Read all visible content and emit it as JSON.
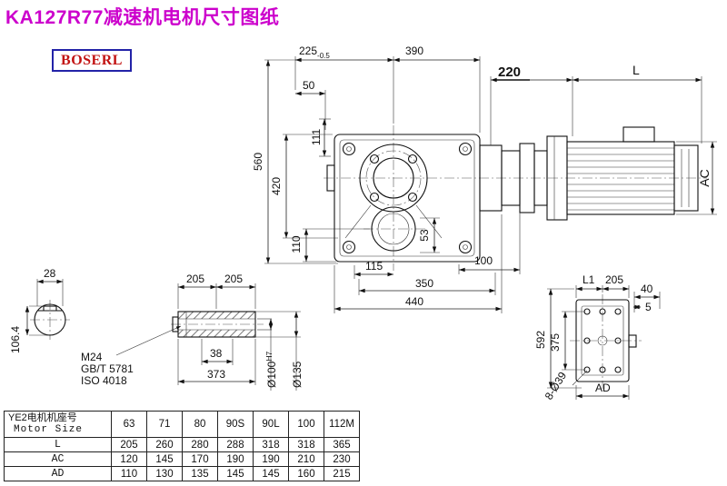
{
  "page": {
    "title": "KA127R77减速机电机尺寸图纸",
    "logo": "BOSERL"
  },
  "dims": {
    "top_width": "225",
    "top_width_tol": "-0.5",
    "top_width_b": "390",
    "adapter_len": "220",
    "motor_len": "L",
    "top_offset": "50",
    "top_111": "111",
    "height_total": "560",
    "height_420": "420",
    "height_110": "110",
    "motor_dia": "AC",
    "key_width": "28",
    "shaft_205a": "205",
    "shaft_205b": "205",
    "section_106": "106.4",
    "thread": "M24",
    "thread_std": "GB/T 5781",
    "thread_iso": "ISO 4018",
    "thread_len": "38",
    "shaft_total": "373",
    "bore_dia": "Ø100",
    "bore_fit": "H7",
    "hub_dia": "Ø135",
    "base_115": "115",
    "rib_53": "53",
    "base_100": "100",
    "base_350": "350",
    "base_440": "440",
    "side_L1": "L1",
    "side_205": "205",
    "side_40": "40",
    "side_5": "5",
    "side_592": "592",
    "side_375": "375",
    "side_AD": "AD",
    "side_holes": "8-Ø39"
  },
  "table": {
    "header": {
      "label_line1": "YE2电机机座号",
      "label_line2": "Motor Size",
      "sizes": [
        "63",
        "71",
        "80",
        "90S",
        "90L",
        "100",
        "112M"
      ]
    },
    "rows": [
      {
        "label": "L",
        "values": [
          "205",
          "260",
          "280",
          "288",
          "318",
          "318",
          "365"
        ]
      },
      {
        "label": "AC",
        "values": [
          "120",
          "145",
          "170",
          "190",
          "190",
          "210",
          "230"
        ]
      },
      {
        "label": "AD",
        "values": [
          "110",
          "130",
          "135",
          "145",
          "145",
          "160",
          "215"
        ]
      }
    ]
  }
}
